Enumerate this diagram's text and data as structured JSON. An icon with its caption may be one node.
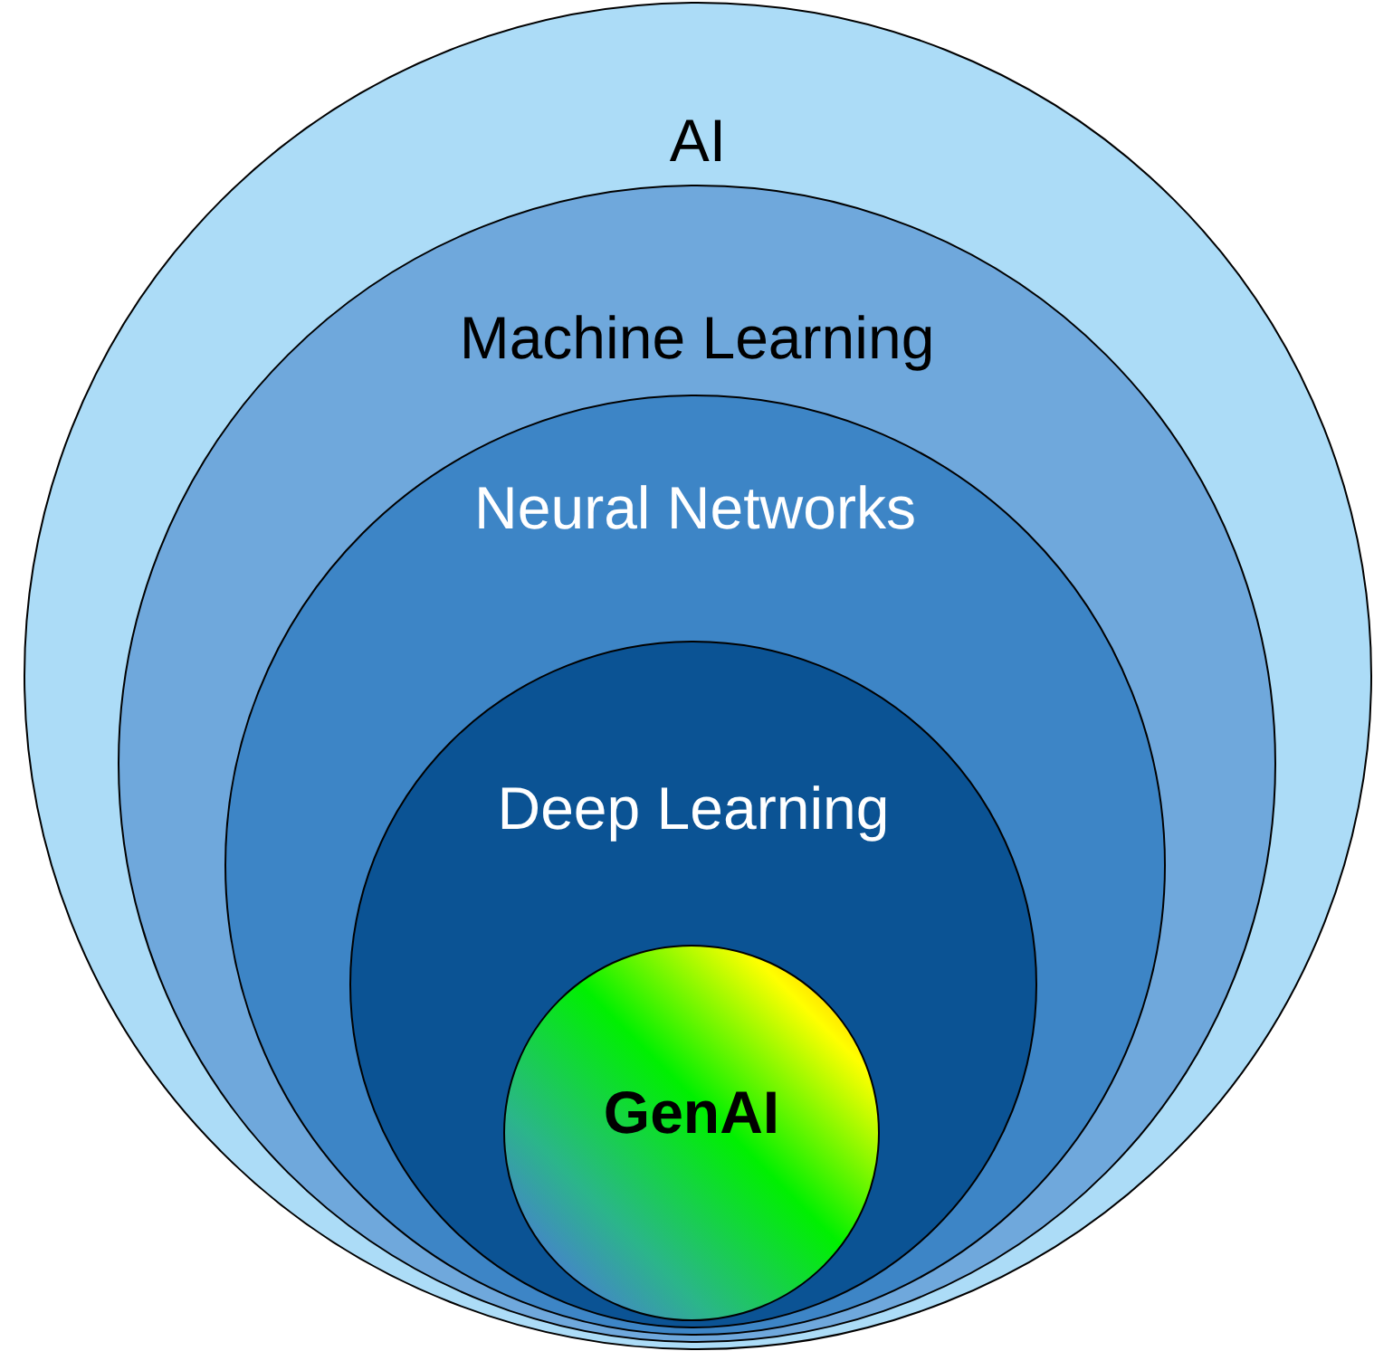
{
  "diagram": {
    "nodes": [
      {
        "text": [
          "AI"
        ]
      },
      {
        "text": [
          "Machine Learning"
        ],
        "in": 0
      },
      {
        "text": [
          "Neural Networks"
        ],
        "in": 1
      },
      {
        "text": [
          "Deep Learning"
        ],
        "in": 2
      },
      {
        "text": [
          "GenAI"
        ],
        "in": 3
      }
    ]
  }
}
